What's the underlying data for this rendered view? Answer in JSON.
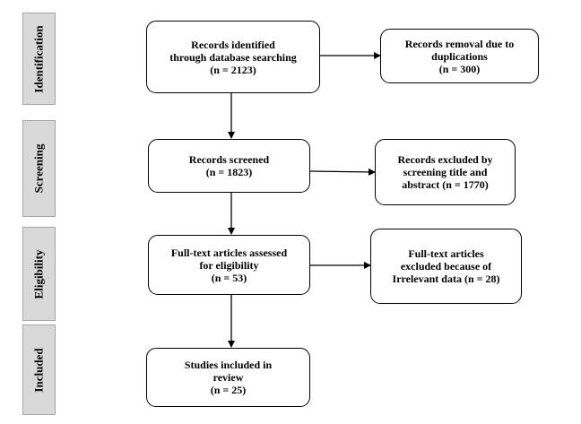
{
  "stages": [
    {
      "id": "identification",
      "label": "Identification"
    },
    {
      "id": "screening",
      "label": "Screening"
    },
    {
      "id": "eligibility",
      "label": "Eligibility"
    },
    {
      "id": "included",
      "label": "Included"
    }
  ],
  "boxes": {
    "identified": {
      "lines": [
        "Records identified",
        "through database searching",
        "(n = 2123)"
      ]
    },
    "removed": {
      "lines": [
        "Records removal due to",
        "duplications",
        "(n = 300)"
      ]
    },
    "screened": {
      "lines": [
        "Records screened",
        "(n = 1823)"
      ]
    },
    "excluded": {
      "lines": [
        "Records excluded by",
        "screening title and",
        "abstract (n = 1770)"
      ]
    },
    "assessed": {
      "lines": [
        "Full-text articles assessed",
        "for eligibility",
        "(n = 53)"
      ]
    },
    "irrelevant": {
      "lines": [
        "Full-text articles",
        "excluded because of",
        "Irrelevant data (n = 28)"
      ]
    },
    "included": {
      "lines": [
        "Studies included in",
        "review",
        "(n = 25)"
      ]
    }
  },
  "colors": {
    "stage_fill": "#d9d9d9",
    "stage_border": "#a6a6a6",
    "line": "#000000"
  }
}
